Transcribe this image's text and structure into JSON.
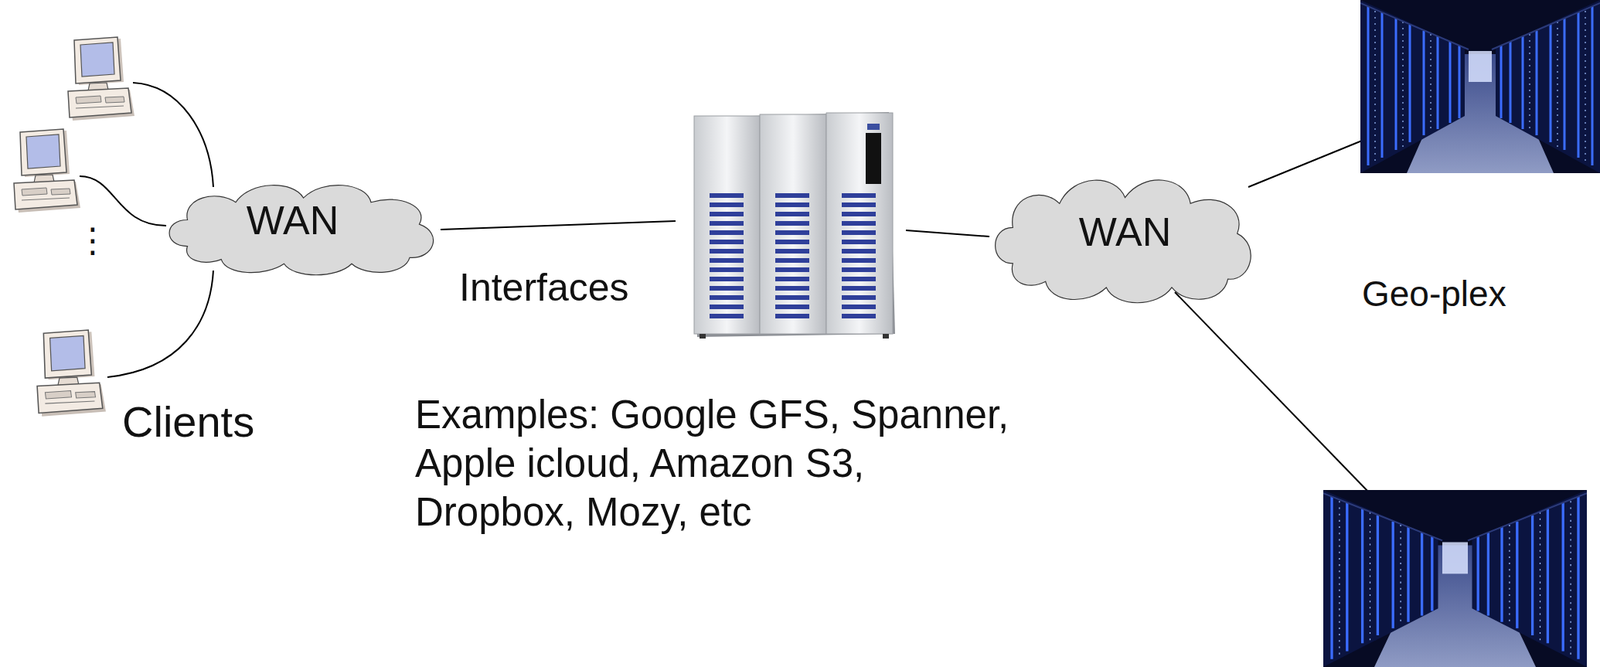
{
  "diagram": {
    "nodes": [
      {
        "text": [
          "WAN"
        ]
      },
      {
        "text": [
          "WAN"
        ]
      }
    ],
    "labels": [
      "⋮",
      "Clients",
      "Interfaces",
      "Examples: Google GFS, Spanner, Apple icloud, Amazon S3, Dropbox, Mozy, etc",
      "Geo-plex"
    ]
  }
}
